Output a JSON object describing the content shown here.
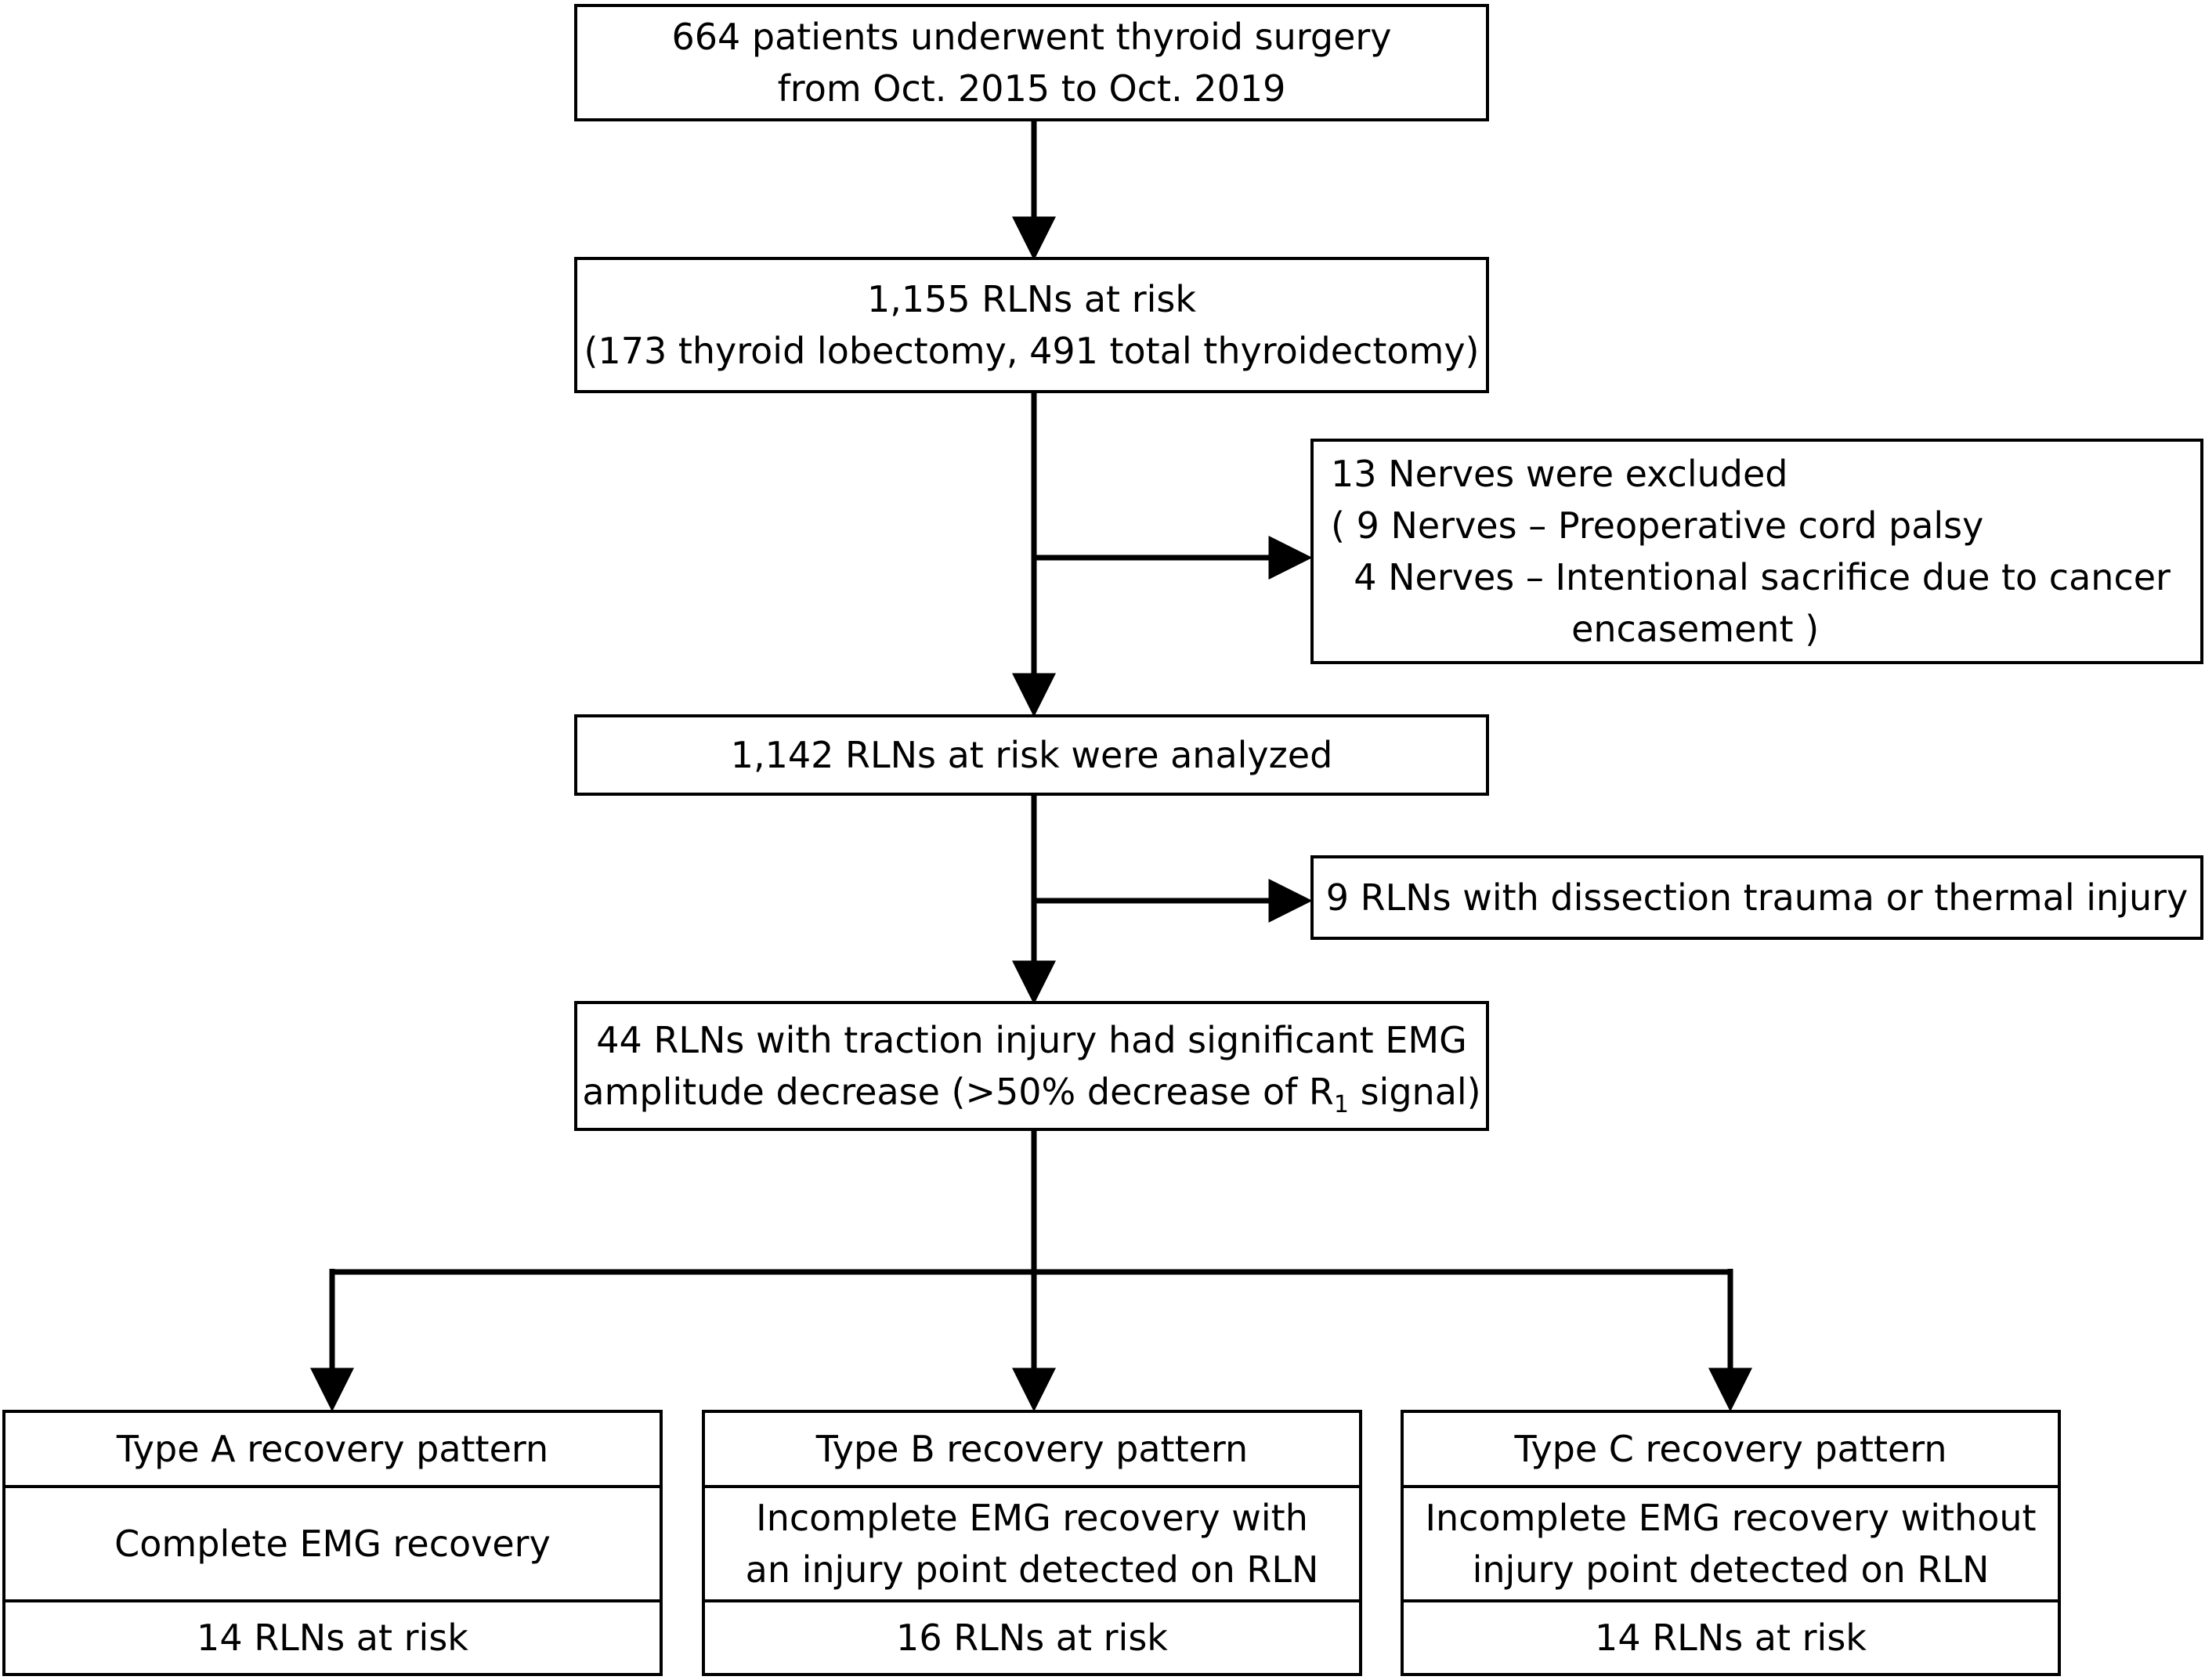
{
  "flowchart": {
    "box1": {
      "lines": [
        "664 patients underwent thyroid surgery",
        "from Oct. 2015 to Oct. 2019"
      ]
    },
    "box2": {
      "lines": [
        "1,155 RLNs at risk",
        "(173 thyroid lobectomy, 491 total thyroidectomy)"
      ]
    },
    "excluded1": {
      "lines": [
        "13 Nerves were excluded",
        "( 9 Nerves – Preoperative cord palsy",
        "  4 Nerves – Intentional sacrifice due to cancer",
        "                     encasement )"
      ]
    },
    "box3": {
      "lines": [
        "1,142 RLNs at risk were analyzed"
      ]
    },
    "excluded2": {
      "lines": [
        "9 RLNs with dissection trauma or thermal injury"
      ]
    },
    "box4": {
      "line1": "44 RLNs with traction injury had significant EMG",
      "line2_pre": "amplitude decrease (>50% decrease of R",
      "line2_sub": "1",
      "line2_post": " signal)"
    },
    "typeA": {
      "title": "Type A recovery pattern",
      "desc": [
        "Complete EMG recovery"
      ],
      "count": "14 RLNs at risk"
    },
    "typeB": {
      "title": "Type B recovery pattern",
      "desc": [
        "Incomplete EMG recovery with",
        "an injury point detected on RLN"
      ],
      "count": "16 RLNs at risk"
    },
    "typeC": {
      "title": "Type C recovery pattern",
      "desc": [
        "Incomplete EMG recovery without",
        "injury point detected on RLN"
      ],
      "count": "14 RLNs at risk"
    }
  }
}
